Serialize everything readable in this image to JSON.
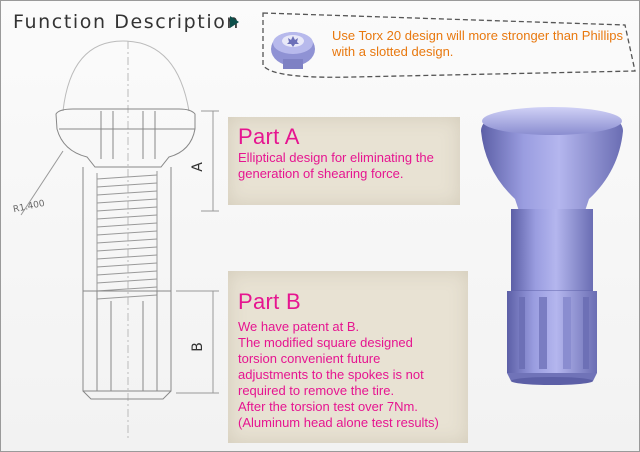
{
  "header": {
    "title": "Function Description"
  },
  "callout": {
    "text": "Use Torx 20 design will more stronger than Phillips with a slotted design."
  },
  "drawing": {
    "dim_a": "A",
    "dim_b": "B",
    "radius": "R1.400"
  },
  "part_a": {
    "title": "Part A",
    "lines": [
      "Elliptical design for eliminating the",
      "generation of shearing force."
    ]
  },
  "part_b": {
    "title": "Part B",
    "lines": [
      "We have patent at B.",
      "The modified square designed",
      "torsion convenient future",
      "adjustments to the spokes is not",
      "required to remove the tire.",
      "After the torsion test over 7Nm.",
      "(Aluminum head alone test results)"
    ]
  },
  "colors": {
    "accent": "#e61590",
    "callout": "#e8780e",
    "nipple": "#8a8dd0",
    "note_bg": "#e8e2d3"
  }
}
